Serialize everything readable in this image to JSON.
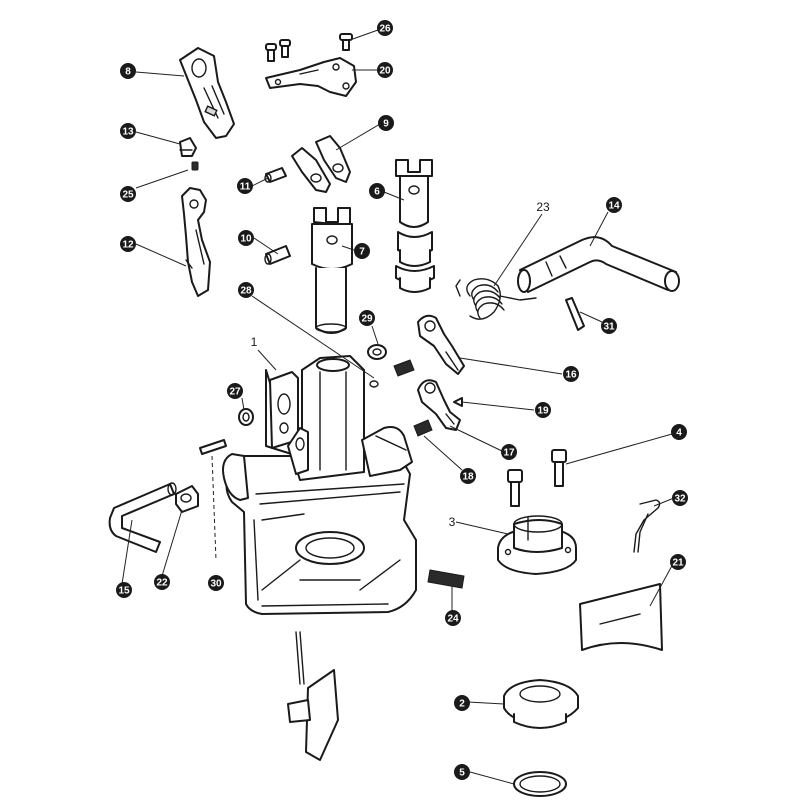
{
  "callouts": [
    {
      "id": "26",
      "style": "badge"
    },
    {
      "id": "20",
      "style": "badge"
    },
    {
      "id": "8",
      "style": "badge"
    },
    {
      "id": "9",
      "style": "badge"
    },
    {
      "id": "13",
      "style": "badge"
    },
    {
      "id": "25",
      "style": "badge"
    },
    {
      "id": "11",
      "style": "badge"
    },
    {
      "id": "6",
      "style": "badge"
    },
    {
      "id": "23",
      "style": "plain"
    },
    {
      "id": "14",
      "style": "badge"
    },
    {
      "id": "12",
      "style": "badge"
    },
    {
      "id": "10",
      "style": "badge"
    },
    {
      "id": "7",
      "style": "badge"
    },
    {
      "id": "28",
      "style": "badge"
    },
    {
      "id": "29",
      "style": "badge"
    },
    {
      "id": "31",
      "style": "badge"
    },
    {
      "id": "1",
      "style": "plain"
    },
    {
      "id": "16",
      "style": "badge"
    },
    {
      "id": "27",
      "style": "badge"
    },
    {
      "id": "19",
      "style": "badge"
    },
    {
      "id": "4",
      "style": "badge"
    },
    {
      "id": "17",
      "style": "badge"
    },
    {
      "id": "18",
      "style": "badge"
    },
    {
      "id": "32",
      "style": "badge"
    },
    {
      "id": "3",
      "style": "plain"
    },
    {
      "id": "21",
      "style": "badge"
    },
    {
      "id": "15",
      "style": "badge"
    },
    {
      "id": "22",
      "style": "badge"
    },
    {
      "id": "30",
      "style": "badge"
    },
    {
      "id": "24",
      "style": "badge"
    },
    {
      "id": "2",
      "style": "badge"
    },
    {
      "id": "5",
      "style": "badge"
    }
  ],
  "colors": {
    "line": "#1a1a1a",
    "badge": "#1a1a1a",
    "badge_text": "#ffffff",
    "background": "#ffffff"
  }
}
